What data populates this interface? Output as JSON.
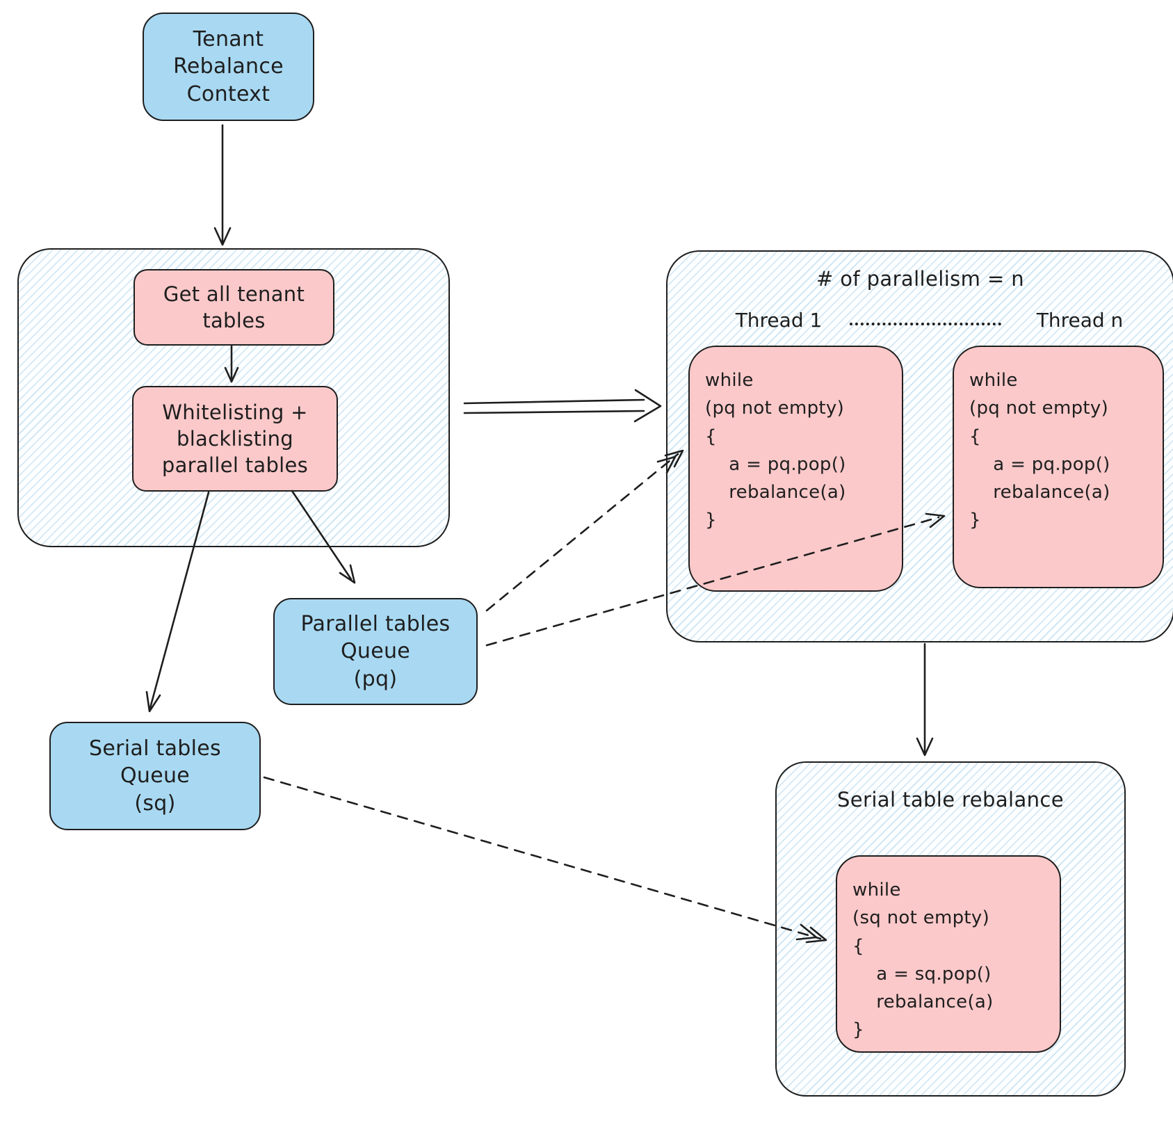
{
  "nodes": {
    "tenant_context": {
      "label": "Tenant\nRebalance\nContext"
    },
    "get_tables": {
      "label": "Get all tenant\ntables"
    },
    "whitelist": {
      "label": "Whitelisting +\nblacklisting\nparallel tables"
    },
    "parallel_queue": {
      "label": "Parallel tables\nQueue\n(pq)"
    },
    "serial_queue": {
      "label": "Serial tables\nQueue\n(sq)"
    },
    "parallel_section": {
      "title": "# of parallelism = n",
      "thread_1_label": "Thread 1",
      "thread_n_label": "Thread n",
      "thread_1_code": "while\n(pq not empty)\n{\n    a = pq.pop()\n    rebalance(a)\n}",
      "thread_n_code": "while\n(pq not empty)\n{\n    a = pq.pop()\n    rebalance(a)\n}"
    },
    "serial_section": {
      "title": "Serial table rebalance",
      "code": "while\n(sq not empty)\n{\n    a = sq.pop()\n    rebalance(a)\n}"
    }
  },
  "colors": {
    "blue_fill": "#a9d9f2",
    "pink_fill": "#fbc9ca",
    "stroke": "#1e1e1e",
    "container_hatch": "#7db7dc"
  }
}
